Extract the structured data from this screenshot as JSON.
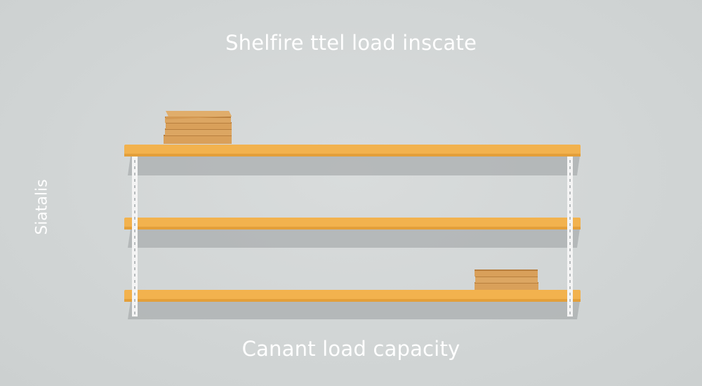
{
  "diagram": {
    "title": "Shelfire ttel load inscate",
    "caption": "Canant load capacity",
    "side_label": "Siatalis",
    "shelf_count": 3,
    "colors": {
      "background": "#d3d7d7",
      "shelf_top": "#f2b24e",
      "shelf_edge": "#e39f3a",
      "shelf_shadow": "#a9adaf",
      "upright": "#f4f4f4",
      "upright_slot": "#b7bbbd",
      "box": "#d9a05a",
      "box_line": "#b87f3e",
      "text": "#ffffff"
    },
    "loads": [
      {
        "shelf": 1,
        "position": "left",
        "stack": 5
      },
      {
        "shelf": 3,
        "position": "right",
        "stack": 3
      }
    ]
  }
}
